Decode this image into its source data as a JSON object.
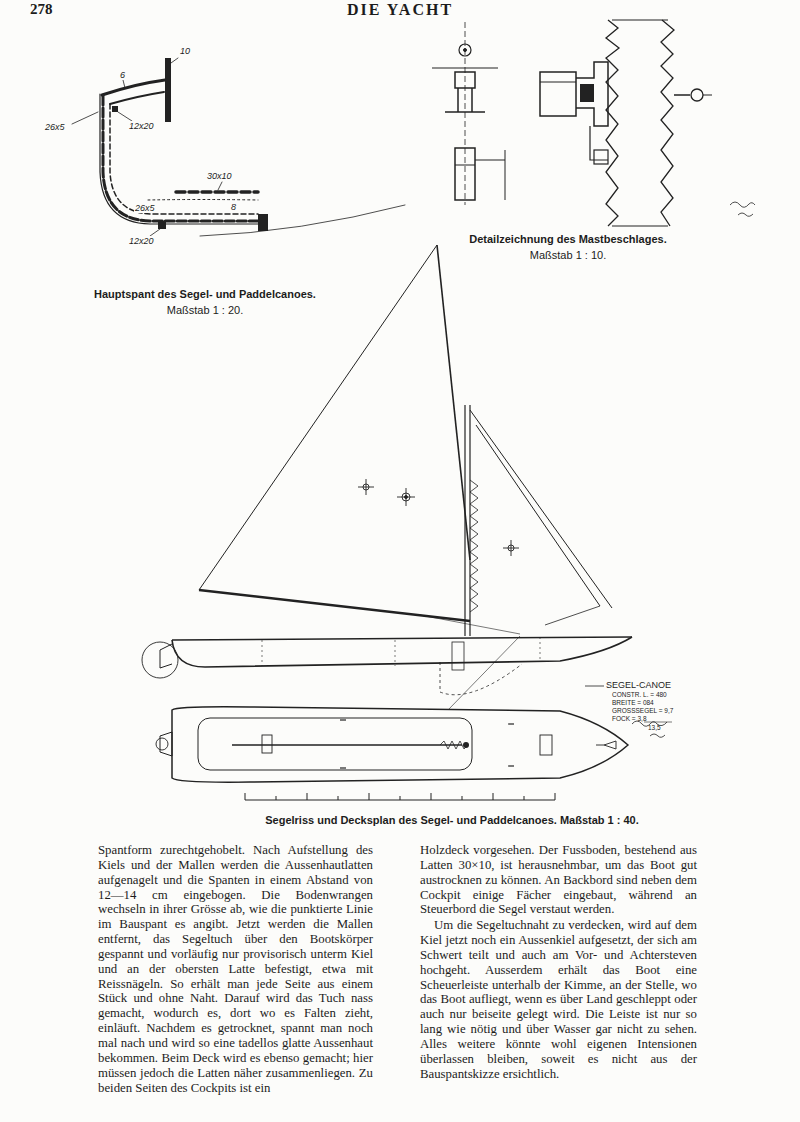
{
  "diagram": {
    "title": "DIE YACHT",
    "labels": [
      "278",
      "10",
      "6",
      "12x20",
      "26x5",
      "26x5",
      "30x10",
      "8",
      "12x20",
      "Hauptspant des Segel- und Paddelcanoes.",
      "Maßstab 1 : 20.",
      "Detailzeichnung des Mastbeschlages.",
      "Maßstab 1 : 10.",
      "SEGEL-CANOE",
      "CONSTR. L. = 480",
      "BREITE = 084",
      "GROSSSEGEL = 9,7",
      "FOCK = 3,8",
      "13,5",
      "Segelriss und Decksplan des Segel- und Paddelcanoes. Maßstab 1 : 40.",
      "Spantform zurechtgehobelt. Nach Aufstellung des Kiels und der Mallen werden die Aussenhautlatten aufgenagelt und die Spanten in einem Abstand von 12—14 cm eingebogen. Die Bodenwrangen wechseln in ihrer Grösse ab, wie die punktierte Linie im Bauspant es angibt. Jetzt werden die Mallen entfernt, das Segeltuch über den Bootskörper gespannt und vorläufig nur provisorisch unterm Kiel und an der obersten Latte befestigt, etwa mit Reissnägeln. So erhält man jede Seite aus einem Stück und ohne Naht. Darauf wird das Tuch nass gemacht, wodurch es, dort wo es Falten zieht, einläuft. Nachdem es getrocknet, spannt man noch mal nach und wird so eine tadellos glatte Aussenhaut bekommen. Beim Deck wird es ebenso gemacht; hier müssen jedoch die Latten näher zusammenliegen. Zu beiden Seiten des Cockpits ist ein",
      "Holzdeck vorgesehen. Der Fussboden, bestehend aus Latten 30×10, ist herausnehmbar, um das Boot gut austrocknen zu können. An Backbord sind neben dem Cockpit einige Fächer eingebaut, während an Steuerbord die Segel verstaut werden.",
      "Um die Segeltuchnaht zu verdecken, wird auf dem Kiel jetzt noch ein Aussenkiel aufgesetzt, der sich am Schwert teilt und auch am Vor- und Achtersteven hochgeht. Ausserdem erhält das Boot eine Scheuerleiste unterhalb der Kimme, an der Stelle, wo das Boot aufliegt, wenn es über Land geschleppt oder auch nur beiseite gelegt wird. Die Leiste ist nur so lang wie nötig und über Wasser gar nicht zu sehen. Alles weitere könnte wohl eigenen Intensionen überlassen bleiben, soweit es nicht aus der Bauspantskizze ersichtlich."
    ]
  }
}
